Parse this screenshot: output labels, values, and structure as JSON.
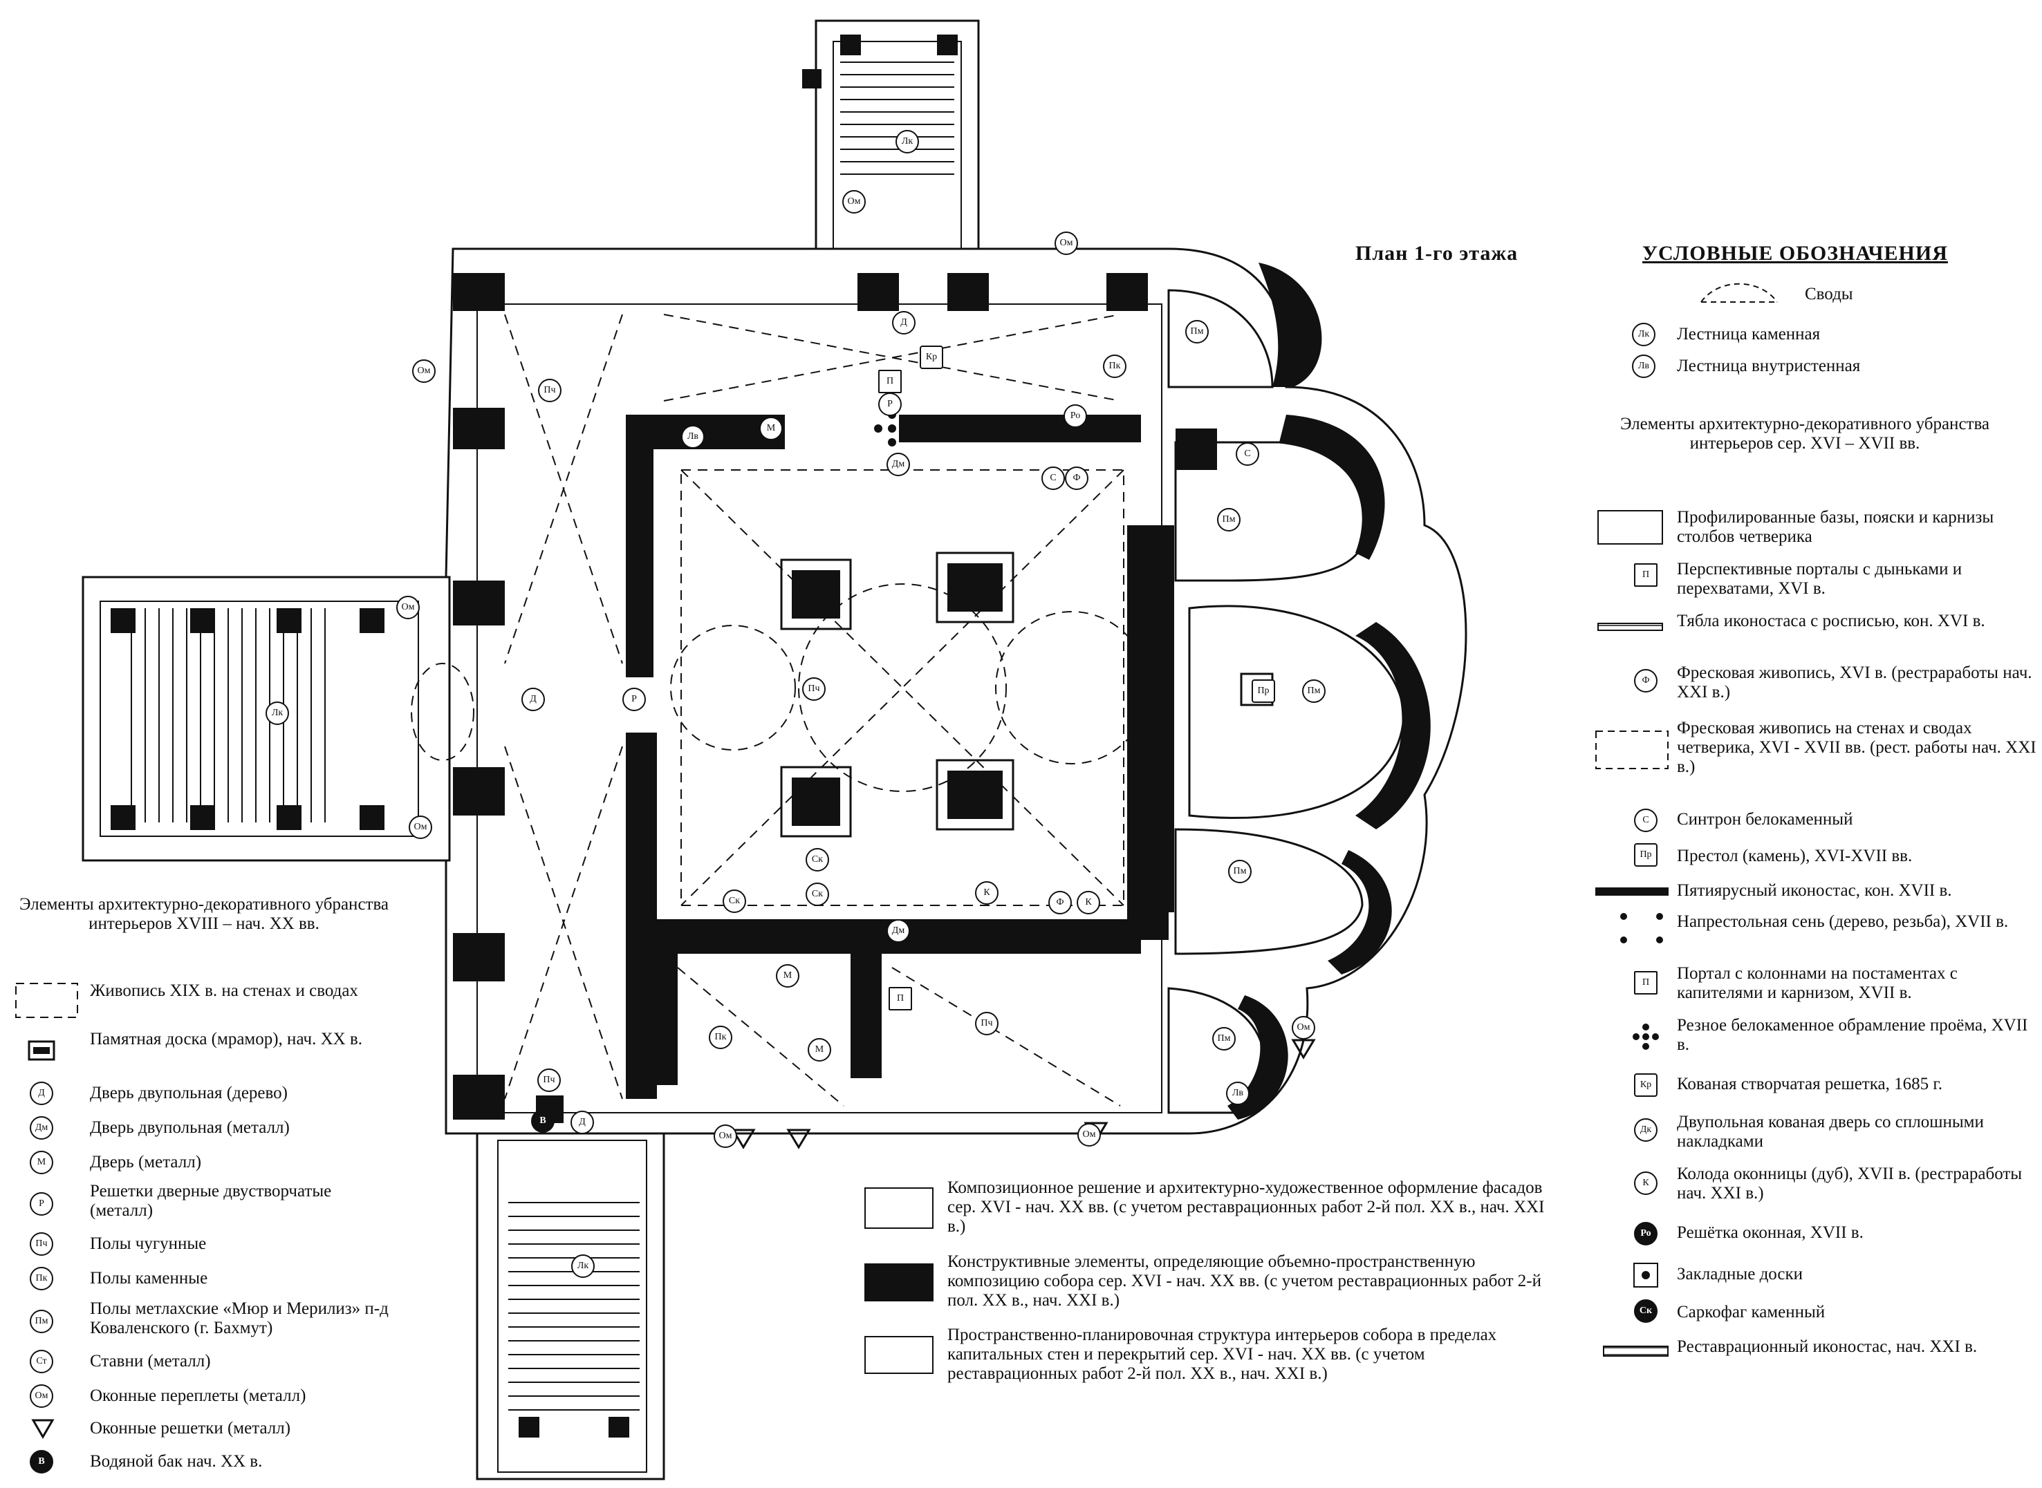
{
  "plan_title": "План 1-го этажа",
  "legend": {
    "header": "УСЛОВНЫЕ ОБОЗНАЧЕНИЯ",
    "top_items": [
      {
        "symbol": "vault",
        "label": "Своды"
      },
      {
        "symbol": "Лк",
        "label": "Лестница каменная"
      },
      {
        "symbol": "Лв",
        "label": "Лестница внутристенная"
      }
    ],
    "group_16_17": {
      "title": "Элементы архитектурно-декоративного убранства интерьеров сер. XVI – XVII вв.",
      "items": [
        {
          "symbol": "rect-light",
          "label": "Профилированные базы, пояски и карнизы столбов четверика"
        },
        {
          "symbol": "П",
          "label": "Перспективные порталы с дыньками и перехватами, XVI в."
        },
        {
          "symbol": "tyabla",
          "label": "Тябла иконостаса с росписью, кон. XVI в."
        },
        {
          "symbol": "Ф",
          "label": "Фресковая живопись, XVI в. (рестраработы нач. XXI в.)"
        },
        {
          "symbol": "rect-dash",
          "label": "Фресковая живопись на стенах и сводах четверика, XVI - XVII вв. (рест. работы нач. XXI в.)"
        },
        {
          "symbol": "С",
          "label": "Синтрон белокаменный"
        },
        {
          "symbol": "Пр",
          "label": "Престол (камень), XVI-XVII вв."
        },
        {
          "symbol": "iconostasis",
          "label": "Пятиярусный иконостас, кон. XVII в."
        },
        {
          "symbol": "dots",
          "label": "Напрестольная сень (дерево, резьба), XVII в."
        },
        {
          "symbol": "П-portal",
          "label": "Портал с колоннами на постаментах с капителями и карнизом, XVII в."
        },
        {
          "symbol": "flower",
          "label": "Резное белокаменное обрамление проёма, XVII в."
        },
        {
          "symbol": "Кр",
          "label": "Кованая створчатая решетка, 1685 г."
        },
        {
          "symbol": "Дк",
          "label": "Двупольная кованая дверь со сплошными накладками"
        },
        {
          "symbol": "К",
          "label": "Колода оконницы (дуб), XVII в. (рестраработы нач. XXI в.)"
        },
        {
          "symbol": "Ро",
          "label": "Решётка оконная, XVII в."
        },
        {
          "symbol": "dot-box",
          "label": "Закладные доски"
        },
        {
          "symbol": "Ск",
          "label": "Саркофаг каменный"
        },
        {
          "symbol": "rest-iconostasis",
          "label": "Реставрационный иконостас, нач. XXI в."
        }
      ]
    },
    "group_18_20": {
      "title": "Элементы архитектурно-декоративного убранства интерьеров XVIII – нач. XX вв.",
      "items": [
        {
          "symbol": "rect-dash-small",
          "label": "Живопись XIX в. на стенах и сводах"
        },
        {
          "symbol": "plaque",
          "label": "Памятная доска (мрамор), нач. XX в."
        },
        {
          "symbol": "Д",
          "label": "Дверь двупольная (дерево)"
        },
        {
          "symbol": "Дм",
          "label": "Дверь двупольная (металл)"
        },
        {
          "symbol": "М",
          "label": "Дверь (металл)"
        },
        {
          "symbol": "Р",
          "label": "Решетки дверные двустворчатые (металл)"
        },
        {
          "symbol": "Пч",
          "label": "Полы чугунные"
        },
        {
          "symbol": "Пк",
          "label": "Полы каменные"
        },
        {
          "symbol": "Пм",
          "label": "Полы метлахские «Мюр и Мерилиз» п-д Коваленского (г. Бахмут)"
        },
        {
          "symbol": "Ст",
          "label": "Ставни (металл)"
        },
        {
          "symbol": "Ом",
          "label": "Оконные переплеты (металл)"
        },
        {
          "symbol": "triangle",
          "label": "Оконные решетки (металл)"
        },
        {
          "symbol": "В",
          "label": "Водяной бак нач. XX в."
        }
      ]
    },
    "bottom_items": [
      {
        "symbol": "hatch",
        "label": "Композиционное решение и архитектурно-художественное оформление фасадов сер. XVI - нач. XX вв. (с учетом реставрационных работ 2-й пол. XX в., нач. XXI в.)"
      },
      {
        "symbol": "solid",
        "label": "Конструктивные элементы, определяющие объемно-пространственную композицию собора сер. XVI - нач. XX вв. (с учетом реставрационных работ 2-й пол. XX в., нач. XXI в.)"
      },
      {
        "symbol": "empty",
        "label": "Пространственно-планировочная структура интерьеров собора в пределах капитальных стен и перекрытий сер. XVI - нач. XX вв. (с учетом реставрационных работ 2-й пол. XX в., нач. XXI в.)"
      }
    ]
  },
  "plan_marks": {
    "Лк": "Лк",
    "Лв": "Лв",
    "Пч": "Пч",
    "Пк": "Пк",
    "Пм": "Пм",
    "Ом": "Ом",
    "Д": "Д",
    "Р": "Р",
    "М": "М",
    "Ф": "Ф",
    "С": "С",
    "К": "К",
    "Ск": "Ск",
    "Кр": "Кр",
    "П": "П",
    "Пр": "Пр",
    "Дм": "Дм",
    "В": "В",
    "Ро": "Ро"
  }
}
